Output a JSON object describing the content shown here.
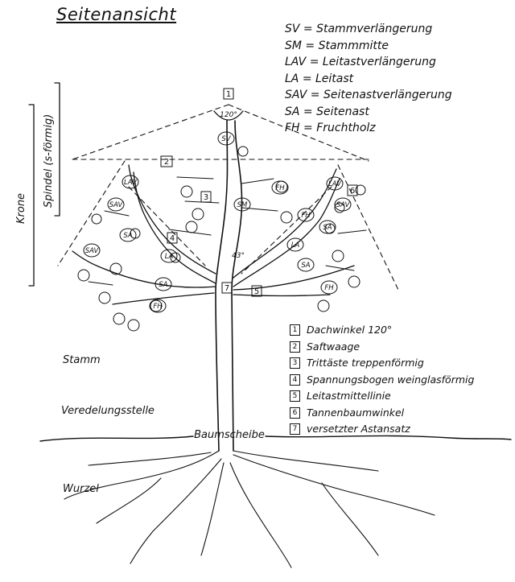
{
  "title": "Seitenansicht",
  "abbreviations": [
    {
      "abbr": "SV",
      "text": "SV = Stammverlängerung"
    },
    {
      "abbr": "SM",
      "text": "SM = Stammmitte"
    },
    {
      "abbr": "LAV",
      "text": "LAV = Leitastverlängerung"
    },
    {
      "abbr": "LA",
      "text": "LA = Leitast"
    },
    {
      "abbr": "SAV",
      "text": "SAV = Seitenastverlängerung"
    },
    {
      "abbr": "SA",
      "text": "SA = Seitenast"
    },
    {
      "abbr": "FH",
      "text": "FH = Fruchtholz"
    }
  ],
  "numbered_legend": [
    {
      "num": "1",
      "text": "Dachwinkel 120°"
    },
    {
      "num": "2",
      "text": "Saftwaage"
    },
    {
      "num": "3",
      "text": "Trittäste treppenförmig"
    },
    {
      "num": "4",
      "text": "Spannungsbogen weinglasförmig"
    },
    {
      "num": "5",
      "text": "Leitastmittellinie"
    },
    {
      "num": "6",
      "text": "Tannenbaumwinkel"
    },
    {
      "num": "7",
      "text": "versetzter Astansatz"
    }
  ],
  "side_labels": {
    "krone": "Krone",
    "spindel": "Spindel (s-förmig)",
    "stamm": "Stamm",
    "veredelung": "Veredelungsstelle",
    "wurzel": "Wurzel",
    "baumscheibe": "Baumscheibe"
  },
  "diagram_labels": {
    "angle_top": "120°",
    "angle_mid": "43°",
    "sv": "SV",
    "sm": "SM",
    "lav": "LAV",
    "la": "LA",
    "sav": "SAV",
    "sa": "SA",
    "fh": "FH",
    "n1": "1",
    "n2": "2",
    "n3": "3",
    "n4": "4",
    "n5": "5",
    "n6": "6",
    "n7": "7"
  }
}
